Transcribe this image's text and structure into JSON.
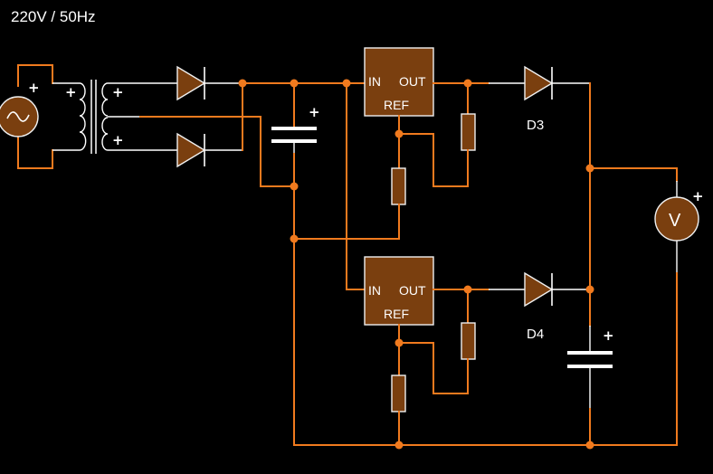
{
  "supply_label": "220V / 50Hz",
  "regulator_top": {
    "in": "IN",
    "out": "OUT",
    "ref": "REF"
  },
  "regulator_bottom": {
    "in": "IN",
    "out": "OUT",
    "ref": "REF"
  },
  "diode_labels": {
    "d3": "D3",
    "d4": "D4"
  },
  "voltmeter_symbol": "V",
  "polarity_mark": "+",
  "colors": {
    "wire": "#f07a1e",
    "component_fill": "#7a3f0f",
    "lead": "#ffffff",
    "background": "#000000"
  }
}
